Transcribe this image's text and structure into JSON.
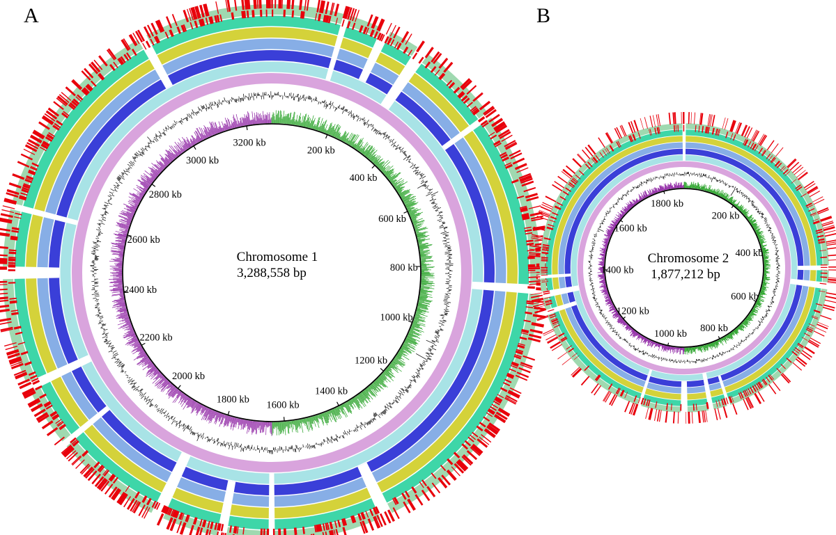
{
  "figure": {
    "panels": [
      {
        "panel_label": "A",
        "name": "Chromosome 1",
        "size_label": "3,288,558 bp",
        "length_bp": 3288558,
        "tick_labels": [
          "200 kb",
          "400 kb",
          "600 kb",
          "800 kb",
          "1000 kb",
          "1200 kb",
          "1400 kb",
          "1600 kb",
          "1800 kb",
          "2000 kb",
          "2200 kb",
          "2400 kb",
          "2600 kb",
          "2800 kb",
          "3000 kb",
          "3200 kb"
        ],
        "tick_values_kb": [
          200,
          400,
          600,
          800,
          1000,
          1200,
          1400,
          1600,
          1800,
          2000,
          2200,
          2400,
          2600,
          2800,
          3000,
          3200
        ],
        "gap_positions_fraction": [
          0.045,
          0.07,
          0.095,
          0.15,
          0.26,
          0.43,
          0.5,
          0.53,
          0.57,
          0.64,
          0.68,
          0.75,
          0.79,
          0.92
        ]
      },
      {
        "panel_label": "B",
        "name": "Chromosome 2",
        "size_label": "1,877,212 bp",
        "length_bp": 1877212,
        "tick_labels": [
          "200 kb",
          "400 kb",
          "600 kb",
          "800 kb",
          "1000 kb",
          "1200 kb",
          "1400 kb",
          "1600 kb",
          "1800 kb"
        ],
        "tick_values_kb": [
          200,
          400,
          600,
          800,
          1000,
          1200,
          1400,
          1600,
          1800
        ],
        "gap_positions_fraction": [
          0.0,
          0.25,
          0.27,
          0.45,
          0.47,
          0.5,
          0.55,
          0.7,
          0.72,
          0.74
        ]
      }
    ],
    "ring_colors": {
      "genes": "#e8000b",
      "ring1_outer": "#9fd9b0",
      "ring2": "#3ed6a8",
      "ring3": "#d4d23a",
      "ring4": "#87aee6",
      "ring5": "#3a3fd8",
      "ring6": "#a8e3e6",
      "ring7_lavender": "#d9a4dd",
      "gc_content": "#000000",
      "gc_skew_positive": "#1e9e1e",
      "gc_skew_negative": "#8a1ba0",
      "backbone": "#000000"
    }
  }
}
